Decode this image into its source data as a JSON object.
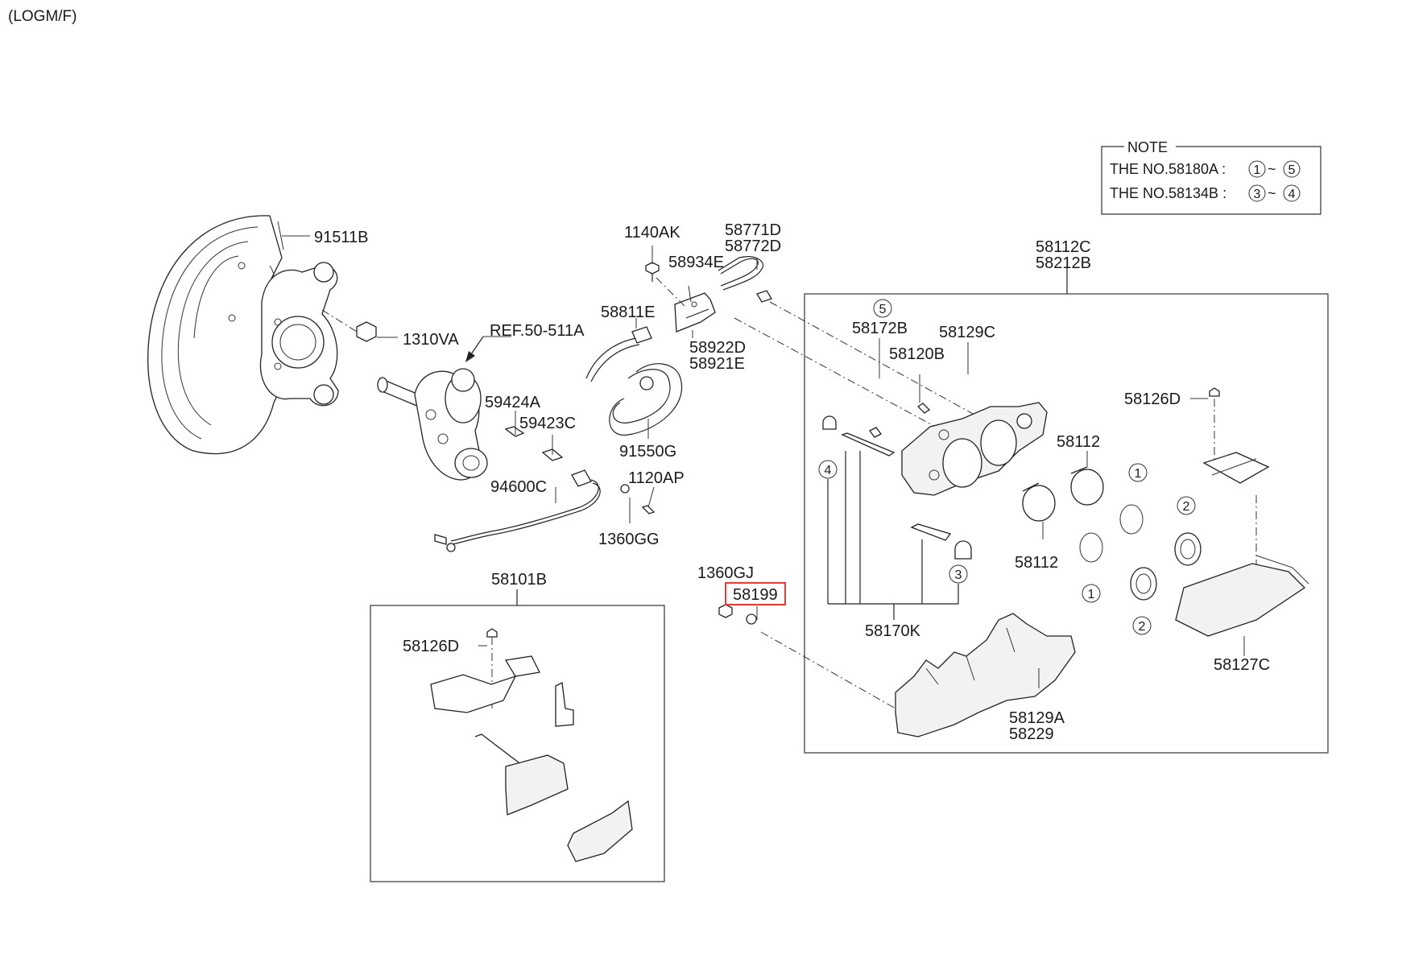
{
  "header": {
    "model_code": "(LOGM/F)"
  },
  "note": {
    "title": "NOTE",
    "line1_text": "THE NO.58180A :",
    "line1_from": "1",
    "line1_to": "5",
    "line2_text": "THE NO.58134B :",
    "line2_from": "3",
    "line2_to": "4",
    "tilde": "~"
  },
  "labels": {
    "p91511B": "91511B",
    "p1310VA": "1310VA",
    "pREF": "REF.50-511A",
    "p59424A": "59424A",
    "p59423C": "59423C",
    "p94600C": "94600C",
    "p1120AP": "1120AP",
    "p1360GG": "1360GG",
    "p1140AK": "1140AK",
    "p58934E": "58934E",
    "p58771D": "58771D",
    "p58772D": "58772D",
    "p58811E": "58811E",
    "p58922D": "58922D",
    "p58921E": "58921E",
    "p91550G": "91550G",
    "p58112C": "58112C",
    "p58212B": "58212B",
    "p58172B": "58172B",
    "p58120B": "58120B",
    "p58129C": "58129C",
    "p58126D_r": "58126D",
    "p58112_a": "58112",
    "p58112_b": "58112",
    "p58170K": "58170K",
    "p58127C": "58127C",
    "p58129A": "58129A",
    "p58229": "58229",
    "p1360GJ": "1360GJ",
    "p58199": "58199",
    "p58101B": "58101B",
    "p58126D_l": "58126D"
  },
  "callouts": {
    "c5": "5",
    "c4": "4",
    "c3": "3",
    "c1a": "1",
    "c1b": "1",
    "c2a": "2",
    "c2b": "2"
  },
  "highlight": {
    "part": "58199",
    "color": "#e53935"
  }
}
